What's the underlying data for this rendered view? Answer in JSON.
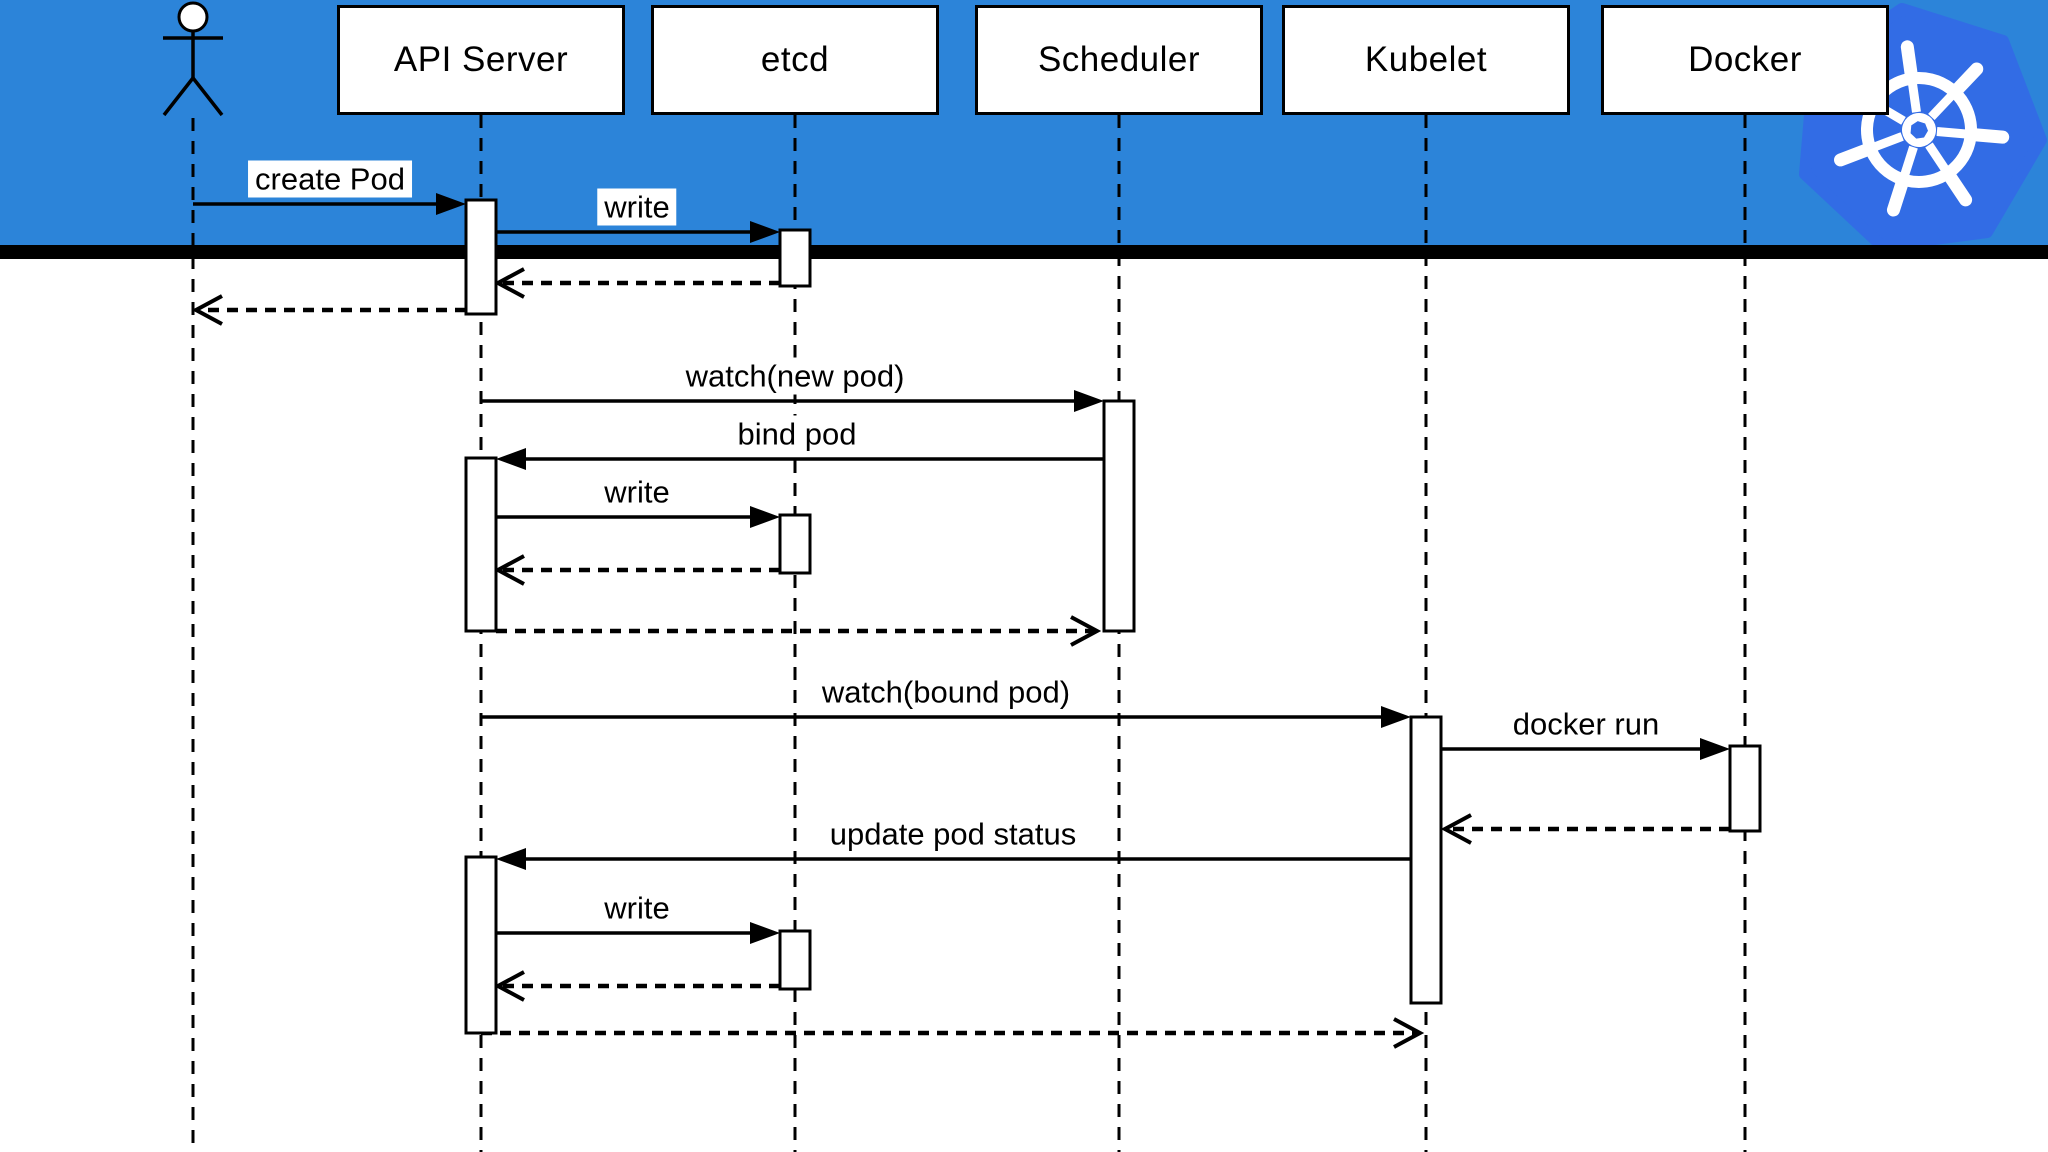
{
  "participants": [
    {
      "id": "user",
      "kind": "actor",
      "label": ""
    },
    {
      "id": "api_server",
      "kind": "box",
      "label": "API Server"
    },
    {
      "id": "etcd",
      "kind": "box",
      "label": "etcd"
    },
    {
      "id": "scheduler",
      "kind": "box",
      "label": "Scheduler"
    },
    {
      "id": "kubelet",
      "kind": "box",
      "label": "Kubelet"
    },
    {
      "id": "docker",
      "kind": "box",
      "label": "Docker"
    }
  ],
  "flow": [
    {
      "label": "create Pod",
      "from": "user",
      "to": "api_server",
      "type": "sync"
    },
    {
      "label": "write",
      "from": "api_server",
      "to": "etcd",
      "type": "sync"
    },
    {
      "label": "",
      "from": "etcd",
      "to": "api_server",
      "type": "return"
    },
    {
      "label": "",
      "from": "api_server",
      "to": "user",
      "type": "return"
    },
    {
      "label": "watch(new pod)",
      "from": "api_server",
      "to": "scheduler",
      "type": "sync"
    },
    {
      "label": "bind pod",
      "from": "scheduler",
      "to": "api_server",
      "type": "sync"
    },
    {
      "label": "write",
      "from": "api_server",
      "to": "etcd",
      "type": "sync"
    },
    {
      "label": "",
      "from": "etcd",
      "to": "api_server",
      "type": "return"
    },
    {
      "label": "",
      "from": "api_server",
      "to": "scheduler",
      "type": "return"
    },
    {
      "label": "watch(bound pod)",
      "from": "api_server",
      "to": "kubelet",
      "type": "sync"
    },
    {
      "label": "docker run",
      "from": "kubelet",
      "to": "docker",
      "type": "sync"
    },
    {
      "label": "",
      "from": "docker",
      "to": "kubelet",
      "type": "return"
    },
    {
      "label": "update pod status",
      "from": "kubelet",
      "to": "api_server",
      "type": "sync"
    },
    {
      "label": "write",
      "from": "api_server",
      "to": "etcd",
      "type": "sync"
    },
    {
      "label": "",
      "from": "etcd",
      "to": "api_server",
      "type": "return"
    },
    {
      "label": "",
      "from": "api_server",
      "to": "kubelet",
      "type": "return"
    }
  ],
  "logo": {
    "name": "Kubernetes"
  },
  "colors": {
    "banner": "#2C84D9",
    "divider": "#000000",
    "kubernetes_blue": "#326CE5",
    "shape_fill": "#FFFFFF",
    "line": "#000000"
  }
}
